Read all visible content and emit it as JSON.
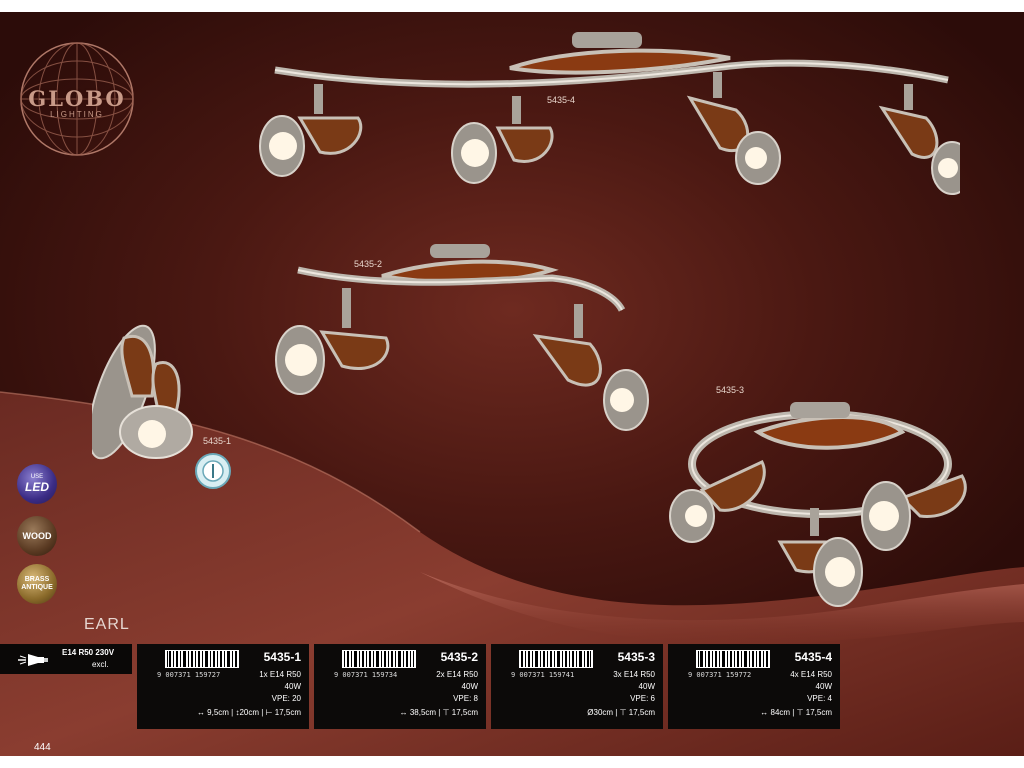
{
  "brand": {
    "name": "GLOBO",
    "sub": "LIGHTING"
  },
  "product_labels": {
    "l1": "5435-4",
    "l2": "5435-2",
    "l3": "5435-3",
    "l4": "5435-1"
  },
  "badges": {
    "led_top": "USE",
    "led_main": "LED",
    "wood": "WOOD",
    "brass_1": "BRASS",
    "brass_2": "ANTIQUE"
  },
  "series": {
    "name": "EARL"
  },
  "bulb": {
    "spec": "E14 R50 230V",
    "note": "excl."
  },
  "cards": [
    {
      "code": "5435-1",
      "ean": "9 007371 159727",
      "bulbs": "1x E14 R50",
      "watt": "40W",
      "vpe": "VPE: 20",
      "dims": "↔ 9,5cm | ↕20cm | ⊢ 17,5cm"
    },
    {
      "code": "5435-2",
      "ean": "9 007371 159734",
      "bulbs": "2x E14 R50",
      "watt": "40W",
      "vpe": "VPE: 8",
      "dims": "↔ 38,5cm | ⊤ 17,5cm"
    },
    {
      "code": "5435-3",
      "ean": "9 007371 159741",
      "bulbs": "3x E14 R50",
      "watt": "40W",
      "vpe": "VPE: 6",
      "dims": "Ø30cm | ⊤ 17,5cm"
    },
    {
      "code": "5435-4",
      "ean": "9 007371 159772",
      "bulbs": "4x E14 R50",
      "watt": "40W",
      "vpe": "VPE: 4",
      "dims": "↔ 84cm | ⊤ 17,5cm"
    }
  ],
  "page": {
    "number": "444"
  },
  "colors": {
    "background": "#4a1812",
    "card": "#0c0a09",
    "wood": "#7a3a16",
    "metal": "#b8b2aa"
  }
}
